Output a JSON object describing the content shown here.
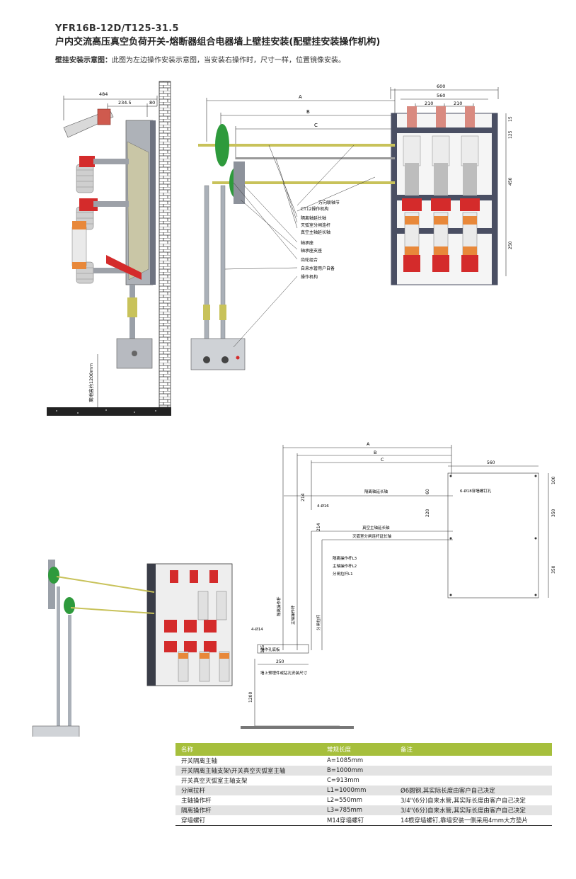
{
  "header": {
    "model": "YFR16B-12D/T125-31.5",
    "title": "户内交流高压真空负荷开关-熔断器组合电器墙上壁挂安装(配壁挂安装操作机构)",
    "note_label": "壁挂安装示意图：",
    "note_text": "此图为左边操作安装示意图，当安装右操作时，尺寸一样，位置镜像安装。"
  },
  "fig1": {
    "dims": {
      "d484": "484",
      "d2345": "234.5",
      "d80": "80",
      "dA": "A",
      "dB": "B",
      "dC": "C",
      "d600": "600",
      "d560": "560",
      "d210a": "210",
      "d210b": "210",
      "d15": "15",
      "d125": "125",
      "d450": "450",
      "d250": "250"
    },
    "floor_height_label": "离地高约1200mm",
    "callouts": [
      "万向联轴节",
      "CT12操作机构",
      "隔离轴延长轴",
      "灭弧室分闸连杆",
      "真空主轴延长轴",
      "轴承座",
      "轴承座支座",
      "齿轮组合",
      "自来水管用户自备",
      "操作机构"
    ]
  },
  "fig2": {
    "dims": {
      "A": "A",
      "B": "B",
      "C": "C",
      "d560": "560",
      "d100": "100",
      "d60": "60",
      "d350a": "350",
      "d350b": "350",
      "d214a": "214",
      "d214b": "214",
      "d220": "220",
      "d125": "125",
      "d250": "250",
      "d1200": "1200"
    },
    "labels": {
      "iso_ext": "隔离轴延长轴",
      "holes": "6-Ø18穿墙螺钉孔",
      "h16": "4-Ø16",
      "main_ext": "真空主轴延长轴",
      "arc_ext": "灭弧室分闸连杆延长轴",
      "rodL3": "隔离操作杆L3",
      "rodL2": "主轴操作杆L2",
      "rodL1": "分闸拉杆L1",
      "iso_rod": "隔离操作杆",
      "main_rod": "主轴操作杆",
      "open_rod": "分闸拉杆",
      "h14": "4-Ø14",
      "mech_board": "操作孔底板",
      "wall_hole": "墙上预埋件或钻孔安装尺寸"
    }
  },
  "table": {
    "headers": [
      "名称",
      "常规长度",
      "备注"
    ],
    "rows": [
      [
        "开关隔离主轴",
        "A=1085mm",
        ""
      ],
      [
        "开关隔离主轴支架\\开关真空灭弧室主轴",
        "B=1000mm",
        ""
      ],
      [
        "开关真空灭弧室主轴支架",
        "C=913mm",
        ""
      ],
      [
        "分闸拉杆",
        "L1=1000mm",
        "Ø6圆钢,其实际长度由客户自己决定"
      ],
      [
        "主轴操作杆",
        "L2=550mm",
        "3/4\"(6分)自来水管,其实际长度由客户自己决定"
      ],
      [
        "隔离操作杆",
        "L3=785mm",
        "3/4\"(6分)自来水管,其实际长度由客户自己决定"
      ],
      [
        "穿墙螺钉",
        "M14穿墙螺钉",
        "14根穿墙螺钉,靠墙安装一侧采用4mm大方垫片"
      ]
    ]
  },
  "colors": {
    "table_header": "#a6bf3c",
    "red": "#d42b2b",
    "green": "#2e9a3c",
    "orange": "#e8883a",
    "yellow_rod": "#c8c25a",
    "frame": "#4a4f63"
  }
}
